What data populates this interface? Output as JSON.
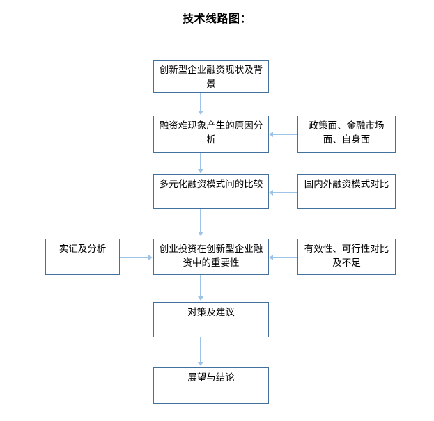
{
  "page": {
    "title": "技术线路图：",
    "background_color": "#ffffff",
    "node_border_color": "#41719C",
    "connector_color": "#9DC3E6",
    "text_color": "#000000"
  },
  "diagram": {
    "type": "flowchart",
    "orientation": "top-to-bottom",
    "nodes": [
      {
        "id": "n1",
        "label": "创新型企业融资现状及背景",
        "column": "center",
        "row": 1
      },
      {
        "id": "n2",
        "label": "融资难现象产生的原因分析",
        "column": "center",
        "row": 2
      },
      {
        "id": "n2r",
        "label": "政策面、金融市场面、自身面",
        "column": "right",
        "row": 2
      },
      {
        "id": "n3",
        "label": "多元化融资模式间的比较",
        "column": "center",
        "row": 3
      },
      {
        "id": "n3r",
        "label": "国内外融资模式对比",
        "column": "right",
        "row": 3
      },
      {
        "id": "n4l",
        "label": "实证及分析",
        "column": "left",
        "row": 4
      },
      {
        "id": "n4",
        "label": "创业投资在创新型企业融资中的重要性",
        "column": "center",
        "row": 4
      },
      {
        "id": "n4r",
        "label": "有效性、可行性对比及不足",
        "column": "right",
        "row": 4
      },
      {
        "id": "n5",
        "label": "对策及建议",
        "column": "center",
        "row": 5
      },
      {
        "id": "n6",
        "label": "展望与结论",
        "column": "center",
        "row": 6
      }
    ],
    "connectors": [
      {
        "from": "n1",
        "to": "n2",
        "direction": "down"
      },
      {
        "from": "n2",
        "to": "n3",
        "direction": "down"
      },
      {
        "from": "n2r",
        "to": "n2",
        "direction": "left"
      },
      {
        "from": "n3",
        "to": "n4",
        "direction": "down"
      },
      {
        "from": "n3r",
        "to": "n3",
        "direction": "left"
      },
      {
        "from": "n4l",
        "to": "n4",
        "direction": "right"
      },
      {
        "from": "n4r",
        "to": "n4",
        "direction": "left"
      },
      {
        "from": "n4",
        "to": "n5",
        "direction": "down"
      },
      {
        "from": "n5",
        "to": "n6",
        "direction": "down"
      }
    ]
  }
}
